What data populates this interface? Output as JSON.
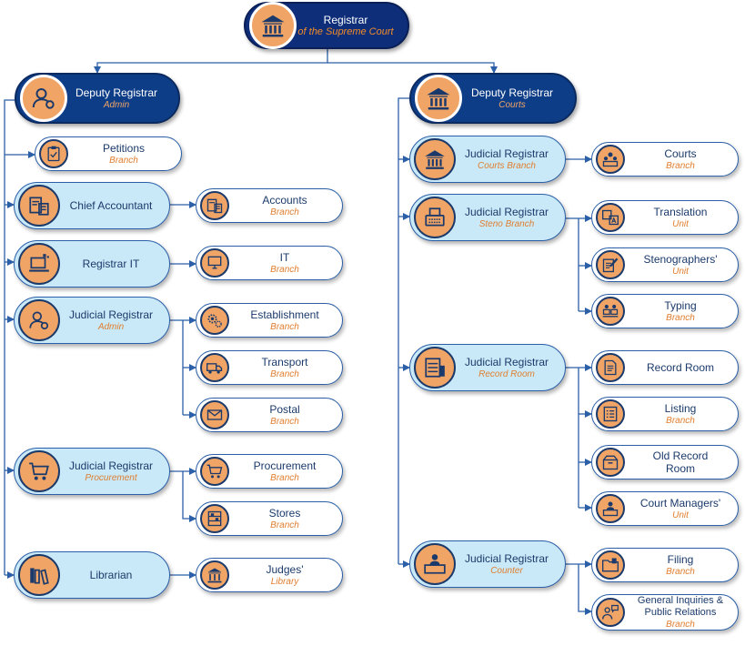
{
  "colors": {
    "navy": "#0E2E7A",
    "light_blue": "#C9E9F8",
    "orange": "#F0A566",
    "orange_text": "#E07E2E",
    "line": "#2B5FA8"
  },
  "nodes": {
    "registrar": {
      "title": "Registrar",
      "subtitle": "of the Supreme Court",
      "icon": "court-building-icon"
    },
    "dep_admin": {
      "title": "Deputy Registrar",
      "subtitle": "Admin",
      "icon": "admin-person-icon"
    },
    "dep_courts": {
      "title": "Deputy Registrar",
      "subtitle": "Courts",
      "icon": "court-building-icon"
    },
    "petitions": {
      "title": "Petitions",
      "subtitle": "Branch",
      "icon": "clipboard-icon"
    },
    "chief_acc": {
      "title": "Chief Accountant",
      "subtitle": "",
      "icon": "accounts-icon"
    },
    "accounts": {
      "title": "Accounts",
      "subtitle": "Branch",
      "icon": "accounts-icon"
    },
    "reg_it": {
      "title": "Registrar IT",
      "subtitle": "",
      "icon": "laptop-icon"
    },
    "it": {
      "title": "IT",
      "subtitle": "Branch",
      "icon": "computer-icon"
    },
    "jr_admin": {
      "title": "Judicial Registrar",
      "subtitle": "Admin",
      "icon": "admin-person-icon"
    },
    "establishment": {
      "title": "Establishment",
      "subtitle": "Branch",
      "icon": "gears-icon"
    },
    "transport": {
      "title": "Transport",
      "subtitle": "Branch",
      "icon": "truck-icon"
    },
    "postal": {
      "title": "Postal",
      "subtitle": "Branch",
      "icon": "mail-icon"
    },
    "jr_proc": {
      "title": "Judicial Registrar",
      "subtitle": "Procurement",
      "icon": "cart-icon"
    },
    "procurement": {
      "title": "Procurement",
      "subtitle": "Branch",
      "icon": "cart-icon"
    },
    "stores": {
      "title": "Stores",
      "subtitle": "Branch",
      "icon": "shelves-icon"
    },
    "librarian": {
      "title": "Librarian",
      "subtitle": "",
      "icon": "books-icon"
    },
    "judges_lib": {
      "title": "Judges'",
      "subtitle": "Library",
      "icon": "library-icon"
    },
    "jr_courts": {
      "title": "Judicial Registrar",
      "subtitle": "Courts Branch",
      "icon": "court-building-icon"
    },
    "courts": {
      "title": "Courts",
      "subtitle": "Branch",
      "icon": "people-icon"
    },
    "jr_steno": {
      "title": "Judicial Registrar",
      "subtitle": "Steno Branch",
      "icon": "typewriter-icon"
    },
    "translation": {
      "title": "Translation",
      "subtitle": "Unit",
      "icon": "translate-icon"
    },
    "stenographers": {
      "title": "Stenographers'",
      "subtitle": "Unit",
      "icon": "pen-paper-icon"
    },
    "typing": {
      "title": "Typing",
      "subtitle": "Branch",
      "icon": "typists-icon"
    },
    "jr_record": {
      "title": "Judicial Registrar",
      "subtitle": "Record Room",
      "icon": "cabinet-icon"
    },
    "record_room": {
      "title": "Record Room",
      "subtitle": "",
      "icon": "document-icon"
    },
    "listing": {
      "title": "Listing",
      "subtitle": "Branch",
      "icon": "checklist-icon"
    },
    "old_record": {
      "title": "Old Record\nRoom",
      "subtitle": "",
      "icon": "archive-box-icon"
    },
    "court_mgr": {
      "title": "Court Managers'",
      "subtitle": "Unit",
      "icon": "manager-desk-icon"
    },
    "jr_counter": {
      "title": "Judicial Registrar",
      "subtitle": "Counter",
      "icon": "counter-icon"
    },
    "filing": {
      "title": "Filing",
      "subtitle": "Branch",
      "icon": "folder-icon"
    },
    "inquiries": {
      "title": "General Inquiries &\nPublic Relations",
      "subtitle": "Branch",
      "icon": "speech-person-icon"
    }
  }
}
